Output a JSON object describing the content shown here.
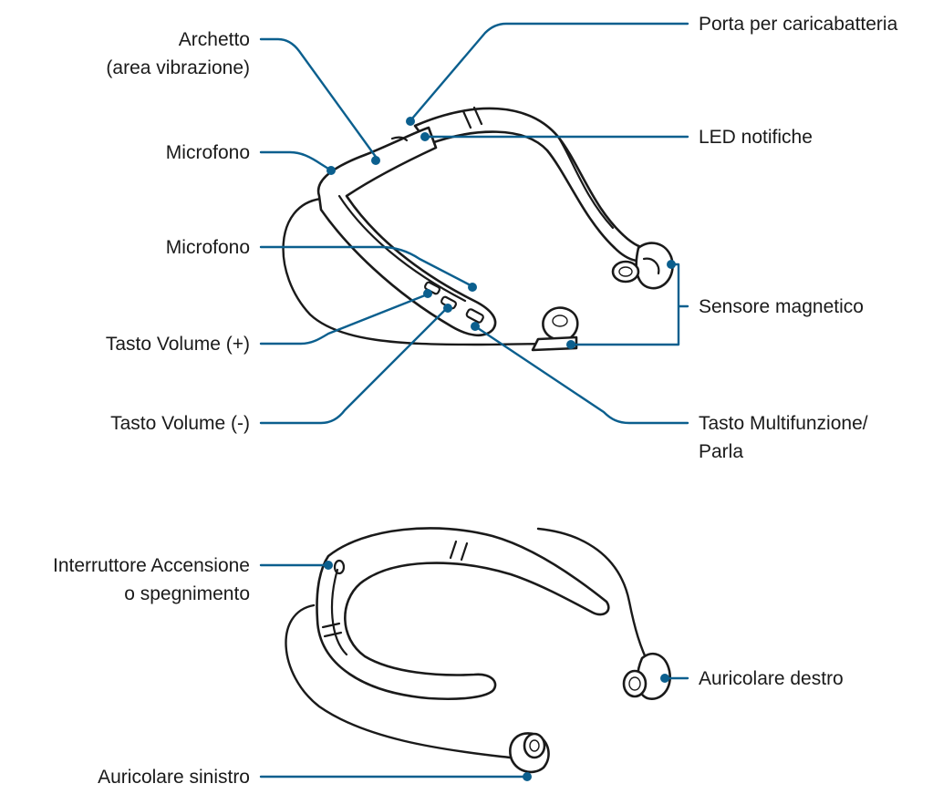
{
  "colors": {
    "callout": "#0b5f8e",
    "ink": "#1a1a1a",
    "background": "#ffffff"
  },
  "top_view": {
    "labels": {
      "archetto_line1": "Archetto",
      "archetto_line2": "(area vibrazione)",
      "microfono_top": "Microfono",
      "microfono_bottom": "Microfono",
      "volume_plus": "Tasto Volume (+)",
      "volume_minus": "Tasto Volume (-)",
      "porta": "Porta per caricabatteria",
      "led": "LED notifiche",
      "sensore": "Sensore magnetico",
      "multifunzione_line1": "Tasto Multifunzione/",
      "multifunzione_line2": "Parla"
    }
  },
  "bottom_view": {
    "labels": {
      "interruttore_line1": "Interruttore Accensione",
      "interruttore_line2": "o spegnimento",
      "auricolare_destro": "Auricolare destro",
      "auricolare_sinistro": "Auricolare sinistro"
    }
  }
}
